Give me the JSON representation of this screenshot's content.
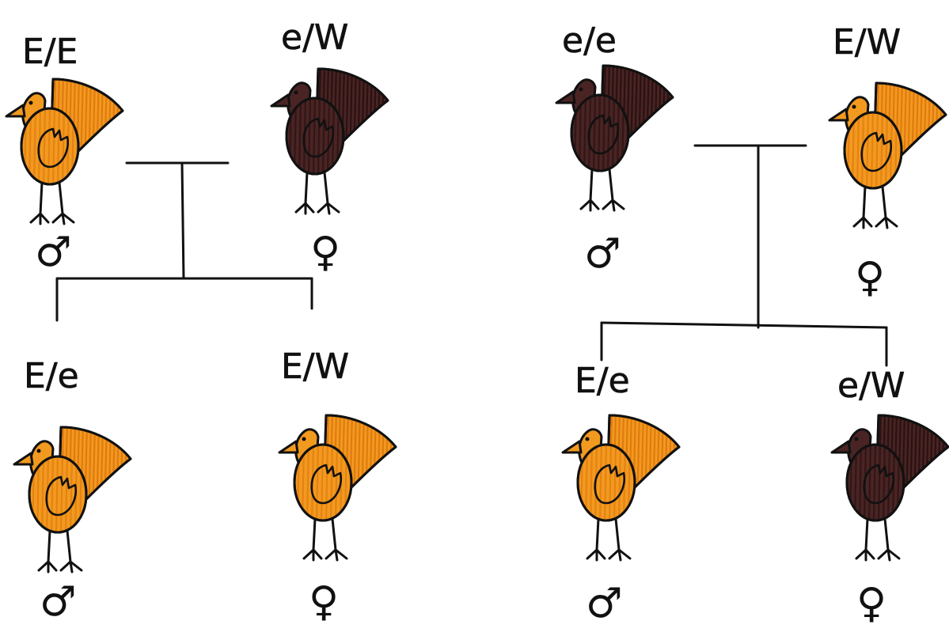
{
  "colors": {
    "orange": "#f29a1f",
    "orange_light": "#f7b64a",
    "dark": "#4a2424",
    "ink": "#111111"
  },
  "crosses": [
    {
      "parents": [
        {
          "genotype": "E/E",
          "sex_symbol": "♂",
          "phenotype": "orange"
        },
        {
          "genotype": "e/W",
          "sex_symbol": "♀",
          "phenotype": "dark"
        }
      ],
      "offspring": [
        {
          "genotype": "E/e",
          "sex_symbol": "♂",
          "phenotype": "orange"
        },
        {
          "genotype": "E/W",
          "sex_symbol": "♀",
          "phenotype": "orange"
        }
      ]
    },
    {
      "parents": [
        {
          "genotype": "e/e",
          "sex_symbol": "♂",
          "phenotype": "dark"
        },
        {
          "genotype": "E/W",
          "sex_symbol": "♀",
          "phenotype": "orange"
        }
      ],
      "offspring": [
        {
          "genotype": "E/e",
          "sex_symbol": "♂",
          "phenotype": "orange"
        },
        {
          "genotype": "e/W",
          "sex_symbol": "♀",
          "phenotype": "dark"
        }
      ]
    }
  ]
}
